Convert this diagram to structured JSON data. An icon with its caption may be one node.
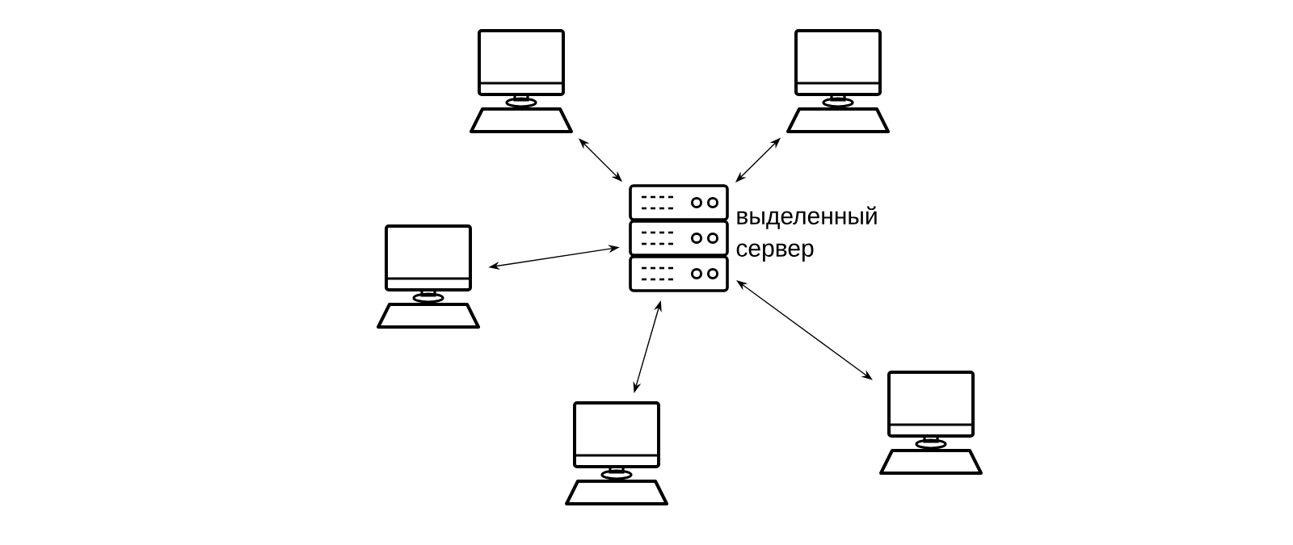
{
  "diagram": {
    "nodes": [
      {
        "text": [],
        "shape": "picture"
      },
      {
        "text": [],
        "shape": "picture"
      },
      {
        "text": [],
        "shape": "picture",
        "beside": [
          "выделенный сервер"
        ]
      },
      {
        "text": [],
        "shape": "picture"
      },
      {
        "text": [],
        "shape": "picture"
      },
      {
        "text": [],
        "shape": "picture"
      }
    ],
    "edges": [
      {
        "from": 2,
        "to": 0,
        "arrow": "both"
      },
      {
        "from": 2,
        "to": 1,
        "arrow": "both"
      },
      {
        "from": 2,
        "to": 3,
        "arrow": "both"
      },
      {
        "from": 2,
        "to": 4,
        "arrow": "both"
      },
      {
        "from": 2,
        "to": 5,
        "arrow": "both"
      }
    ]
  }
}
